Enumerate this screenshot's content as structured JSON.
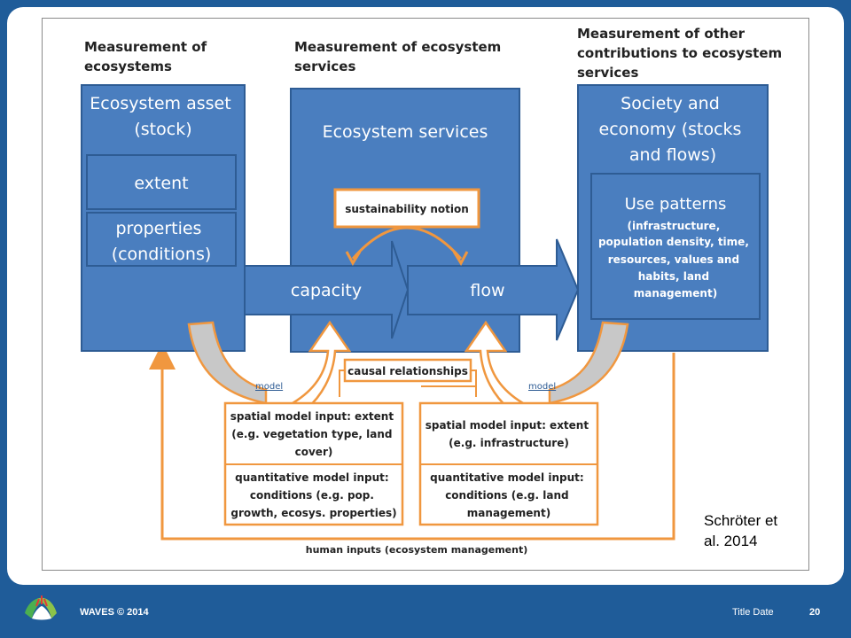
{
  "figure": {
    "col_headers": {
      "ecosystems": [
        "Measurement of",
        "ecosystems"
      ],
      "services": [
        "Measurement of ecosystem",
        "services"
      ],
      "other": [
        "Measurement of other",
        "contributions to ecosystem",
        "services"
      ]
    },
    "asset_box": {
      "title": [
        "Ecosystem asset",
        "(stock)"
      ],
      "extent": "extent",
      "properties": [
        "properties",
        "(conditions)"
      ]
    },
    "services_box": {
      "title": "Ecosystem services"
    },
    "society_box": {
      "title": [
        "Society and",
        "economy (stocks",
        "and flows)"
      ],
      "use_title": "Use patterns",
      "use_detail": [
        "(infrastructure,",
        "population density, time,",
        "resources, values and",
        "habits, land",
        "management)"
      ]
    },
    "sustainability": "sustainability notion",
    "capacity": "capacity",
    "flow": "flow",
    "causal": "causal relationships",
    "model_left": "model",
    "model_right": "model",
    "left_inputs": {
      "top": [
        "spatial model input: extent",
        "(e.g. vegetation type, land",
        "cover)"
      ],
      "bottom": [
        "quantitative model input:",
        "conditions (e.g. pop.",
        "growth, ecosys. properties)"
      ]
    },
    "right_inputs": {
      "top": [
        "spatial model input: extent",
        "(e.g. infrastructure)"
      ],
      "bottom": [
        "quantitative model input:",
        "conditions (e.g. land",
        "management)"
      ]
    },
    "human_inputs": "human inputs (ecosystem management)",
    "citation": "Schröter et\nal. 2014"
  },
  "footer": {
    "org": "WAVES © 2014",
    "title_date": "Title Date",
    "page": "20"
  },
  "colors": {
    "background": "#1f5c99",
    "box_blue": "#4a7ebf",
    "box_border": "#2e5c94",
    "orange": "#f0973f",
    "grey_arrow": "#c8c8c8"
  }
}
